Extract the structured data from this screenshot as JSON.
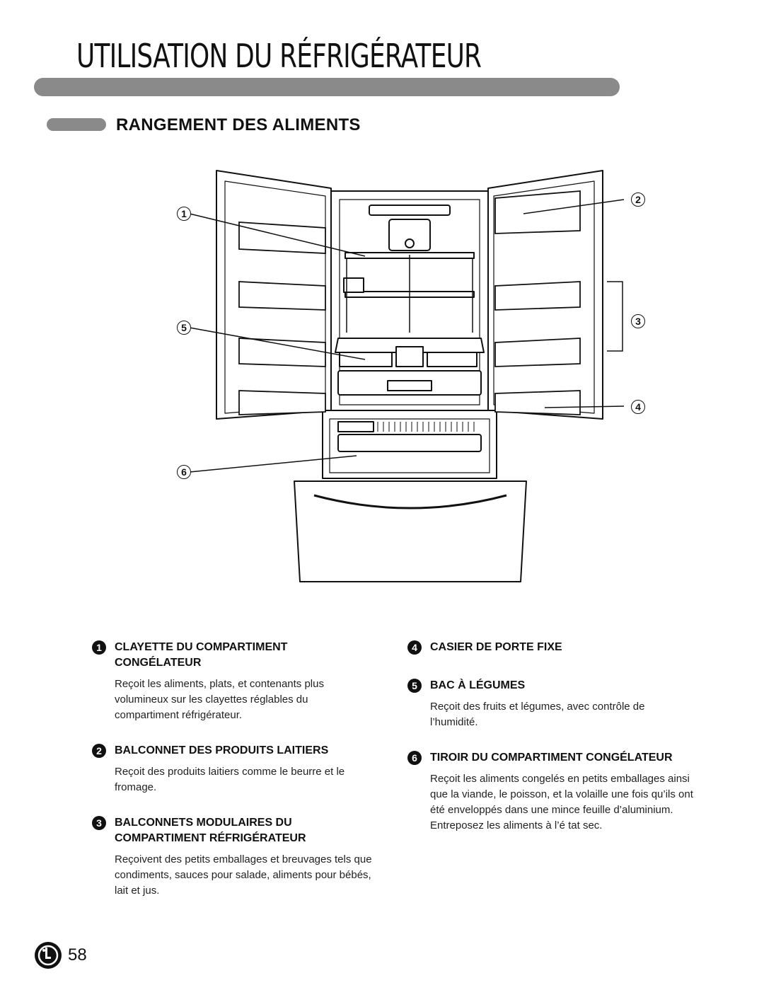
{
  "header": {
    "title": "UTILISATION DU RÉFRIGÉRATEUR",
    "section_title": "RANGEMENT DES ALIMENTS"
  },
  "callouts": [
    "1",
    "2",
    "3",
    "4",
    "5",
    "6"
  ],
  "items": [
    {
      "number": "1",
      "title": "CLAYETTE DU COMPARTIMENT CONGÉLATEUR",
      "description": "Reçoit les aliments, plats, et contenants plus volumineux sur les clayettes réglables du compartiment réfrigérateur."
    },
    {
      "number": "2",
      "title": "BALCONNET DES PRODUITS LAITIERS",
      "description": "Reçoit des produits laitiers comme le beurre et le fromage."
    },
    {
      "number": "3",
      "title": "BALCONNETS MODULAIRES DU COMPARTIMENT RÉFRIGÉRATEUR",
      "description": "Reçoivent des petits emballages et breuvages tels que condiments, sauces pour salade, aliments pour bébés, lait et jus."
    },
    {
      "number": "4",
      "title": "CASIER DE PORTE FIXE",
      "description": ""
    },
    {
      "number": "5",
      "title": "BAC À LÉGUMES",
      "description": "Reçoit des fruits et légumes, avec contrôle de l’humidité."
    },
    {
      "number": "6",
      "title": "TIROIR DU COMPARTIMENT CONGÉLATEUR",
      "description": "Reçoit les aliments congelés en petits emballages ainsi que la viande, le poisson, et la volaille une fois qu’ils ont été enveloppés dans une mince feuille d’aluminium. Entreposez les aliments à l’é tat sec."
    }
  ],
  "footer": {
    "logo_icon": "lg-logo-icon",
    "page_number": "58"
  },
  "colors": {
    "bar_gray": "#8a8a8a",
    "ink": "#111111"
  }
}
